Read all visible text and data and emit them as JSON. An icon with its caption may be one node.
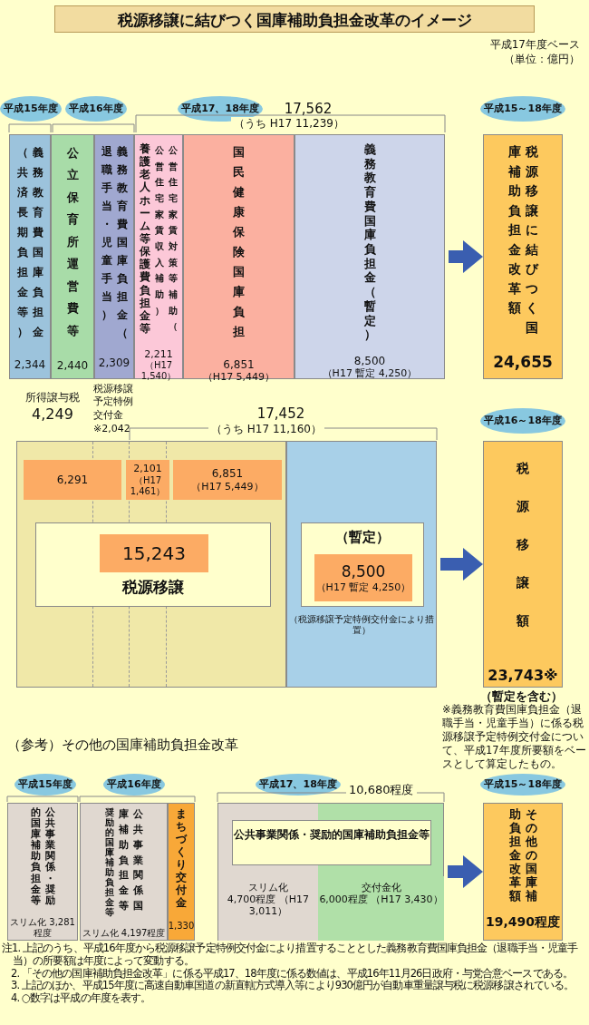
{
  "diagram": {
    "title": "税源移譲に結びつく国庫補助負担金改革のイメージ",
    "nodes": [
      {
        "text": [
          "平成15年度"
        ]
      },
      {
        "text": [
          "平成16年度"
        ]
      },
      {
        "text": [
          "平成17、18年度"
        ]
      },
      {
        "text": [
          "平成15～18年度"
        ]
      },
      {
        "text": [
          "義務教育費国庫負担金（共済長期負担金等）",
          "2,344"
        ]
      },
      {
        "text": [
          "公立保育所運営費等",
          "2,440"
        ]
      },
      {
        "text": [
          "義務教育費国庫負担金（退職手当・児童手当）",
          "2,309"
        ]
      },
      {
        "text": [
          "養護老人ホーム等保護費負担金等",
          "公営住宅家賃対策等補助（公営住宅家賃収入補助）",
          "2,211",
          "（H17 1,540）"
        ]
      },
      {
        "text": [
          "国民健康保険国庫負担",
          "6,851",
          "（H17 5,449）"
        ]
      },
      {
        "text": [
          "義務教育費国庫負担金（暫定）",
          "8,500",
          "（H17 暫定 4,250）"
        ]
      },
      {
        "text": [
          "税源移譲に結びつく国庫補助負担金改革額",
          "24,655"
        ]
      },
      {
        "text": [
          "平成16～18年度"
        ]
      },
      {
        "text": [],
        "shape": "box"
      },
      {
        "text": [
          "6,291"
        ],
        "in": 12
      },
      {
        "text": [
          "2,101",
          "（H17 1,461）"
        ],
        "in": 12
      },
      {
        "text": [
          "6,851",
          "（H17 5,449）"
        ],
        "in": 12
      },
      {
        "text": [
          "税源移譲"
        ],
        "in": 12
      },
      {
        "text": [
          "15,243"
        ],
        "in": 16
      },
      {
        "text": [
          "（税源移譲予定特例交付金により措置）"
        ]
      },
      {
        "text": [
          "（暫定）"
        ],
        "in": 18
      },
      {
        "text": [
          "8,500",
          "（H17 暫定 4,250）"
        ],
        "in": 19
      },
      {
        "text": [
          "税源移譲額",
          "23,743※"
        ],
        "beside": [
          "（暫定を含む）"
        ]
      },
      {
        "text": [
          "平成15年度"
        ]
      },
      {
        "text": [
          "平成16年度"
        ]
      },
      {
        "text": [
          "平成17、18年度"
        ]
      },
      {
        "text": [
          "平成15～18年度"
        ]
      },
      {
        "text": [
          "公共事業関係・奨励的国庫補助負担金等",
          "スリム化 3,281程度"
        ]
      },
      {
        "text": [
          "奨励的国庫補助負担金等",
          "公共事業関係国庫補助負担金等",
          "スリム化 4,197程度"
        ]
      },
      {
        "text": [
          "まちづくり交付金",
          "1,330"
        ]
      },
      {
        "text": [],
        "shape": "box"
      },
      {
        "text": [
          "公共事業関係・奨励的国庫補助負担金等"
        ],
        "in": 29
      },
      {
        "text": [
          "スリム化",
          "4,700程度 （H17 3,011）"
        ],
        "in": 29
      },
      {
        "text": [
          "交付金化",
          "6,000程度 （H17 3,430）"
        ],
        "in": 29
      },
      {
        "text": [
          "その他の国庫補助負担金改革額",
          "19,490程度"
        ]
      }
    ],
    "edges": [
      {
        "from": 9,
        "to": 10,
        "arrow": "to"
      },
      {
        "from": 18,
        "to": 21,
        "arrow": "to"
      },
      {
        "from": 29,
        "to": 33,
        "arrow": "to"
      }
    ],
    "labels": [
      "平成17年度ベース",
      "（単位：億円）",
      "17,562",
      "（うち H17 11,239）",
      "所得譲与税",
      "4,249",
      "税源移譲予定特例交付金",
      "※2,042",
      "17,452",
      "（うち H17 11,160）",
      "※義務教育費国庫負担金（退職手当・児童手当）に係る税源移譲予定特例交付金について、平成17年度所要額をベースとして算定したもの。",
      "（参考）その他の国庫補助負担金改革",
      "10,680程度",
      "注1. 上記のうち、平成16年度から税源移譲予定特例交付金により措置することとした義務教育費国庫負担金（退職手当・児童手当）の所要額は年度によって変動する。",
      "2. 「その他の国庫補助負担金改革」に係る平成17、18年度に係る数値は、平成16年11月26日政府・与党合意ベースである。",
      "3. 上記のほか、平成15年度に高速自動車国道の新直轄方式導入等により930億円が自動車重量譲与税に税源移譲されている。",
      "4. ○数字は平成の年度を表す。"
    ]
  }
}
